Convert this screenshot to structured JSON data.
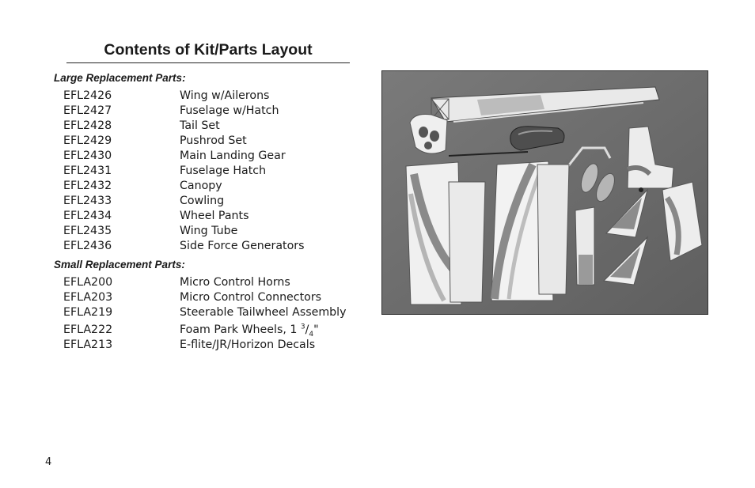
{
  "page": {
    "title": "Contents of Kit/Parts Layout",
    "page_number": "4"
  },
  "large_parts": {
    "heading": "Large Replacement Parts:",
    "items": [
      {
        "code": "EFL2426",
        "desc": "Wing w/Ailerons"
      },
      {
        "code": "EFL2427",
        "desc": "Fuselage w/Hatch"
      },
      {
        "code": "EFL2428",
        "desc": "Tail Set"
      },
      {
        "code": "EFL2429",
        "desc": "Pushrod Set"
      },
      {
        "code": "EFL2430",
        "desc": "Main Landing Gear"
      },
      {
        "code": "EFL2431",
        "desc": "Fuselage Hatch"
      },
      {
        "code": "EFL2432",
        "desc": "Canopy"
      },
      {
        "code": "EFL2433",
        "desc": "Cowling"
      },
      {
        "code": "EFL2434",
        "desc": "Wheel Pants"
      },
      {
        "code": "EFL2435",
        "desc": "Wing Tube"
      },
      {
        "code": "EFL2436",
        "desc": "Side Force Generators"
      }
    ]
  },
  "small_parts": {
    "heading": "Small Replacement Parts:",
    "items": [
      {
        "code": "EFLA200",
        "desc": "Micro Control Horns"
      },
      {
        "code": "EFLA203",
        "desc": "Micro Control Connectors"
      },
      {
        "code": "EFLA219",
        "desc": "Steerable Tailwheel Assembly"
      },
      {
        "code": "EFLA222",
        "desc_prefix": "Foam Park Wheels, 1 ",
        "frac_num": "3",
        "frac_sep": "/",
        "frac_den": "4",
        "desc_suffix": "\""
      },
      {
        "code": "EFLA213",
        "desc": "E-flite/JR/Horizon Decals"
      }
    ]
  }
}
